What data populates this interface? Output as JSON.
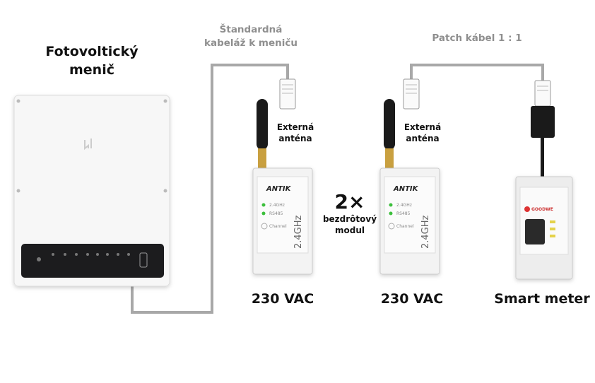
{
  "inverter": {
    "title_line1": "Fotovoltický",
    "title_line2": "menič"
  },
  "cable_left": {
    "label_line1": "Štandardná",
    "label_line2": "kabeláž k meniču"
  },
  "cable_right": {
    "label": "Patch kábel 1 : 1"
  },
  "antenna_label": {
    "line1": "Externá",
    "line2": "anténa"
  },
  "modules": {
    "count_label": "2×",
    "desc_line1": "bezdrôtový",
    "desc_line2": "modul",
    "brand": "ANTIK",
    "led1": "2.4GHz",
    "led2": "RS485",
    "channel": "Channel",
    "band": "2.4GHz",
    "power_label": "230 VAC"
  },
  "meter": {
    "label": "Smart meter",
    "brand": "GOODWE"
  },
  "colors": {
    "cable": "#a8a8a8",
    "led": "#3cbf3c",
    "antenna": "#1a1a1a",
    "antenna_base": "#c9a040"
  }
}
